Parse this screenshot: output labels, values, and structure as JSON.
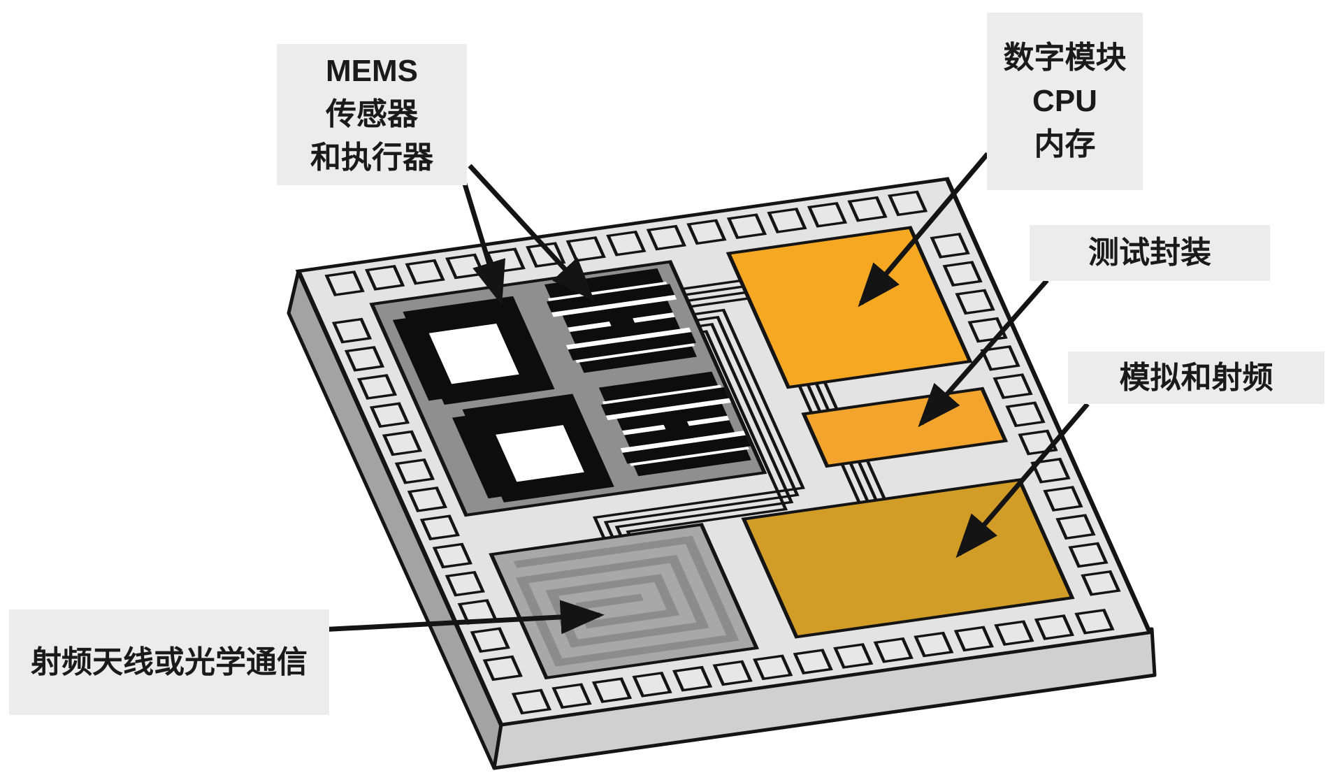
{
  "labels": {
    "mems": {
      "lines": [
        "MEMS",
        "传感器",
        "和执行器"
      ]
    },
    "digital": {
      "lines": [
        "数字模块",
        "CPU",
        "内存"
      ]
    },
    "test": {
      "text": "测试封装"
    },
    "analog_rf": {
      "text": "模拟和射频"
    },
    "rf_antenna": {
      "text": "射频天线或光学通信"
    }
  },
  "arrows": [
    {
      "from": "mems-label",
      "to": "mems-sensor-region"
    },
    {
      "from": "mems-label",
      "to": "mems-actuator-region"
    },
    {
      "from": "digital-label",
      "to": "digital-module-region"
    },
    {
      "from": "test-label",
      "to": "test-package-region"
    },
    {
      "from": "analog-rf-label",
      "to": "analog-rf-region"
    },
    {
      "from": "rf-antenna-label",
      "to": "spiral-antenna-region"
    }
  ],
  "colors": {
    "background": "#ffffff",
    "substrate_top": "#e3e3e3",
    "side_left": "#a3a3a3",
    "side_right": "#d0d0d0",
    "outline": "#141414",
    "mems_region": "#8f8f8f",
    "structure_black": "#0d0d0d",
    "window_white": "#ffffff",
    "digital_orange": "#f7a823",
    "test_orange": "#f2a42c",
    "analog_gold": "#d29d26",
    "spiral_plate": "#a8a8a8",
    "spiral_line": "#8c8c8c",
    "pad_fill": "#e7e7e7",
    "label_bg": "#ececec",
    "label_text": "#1a1a1a",
    "arrow": "#141414"
  }
}
